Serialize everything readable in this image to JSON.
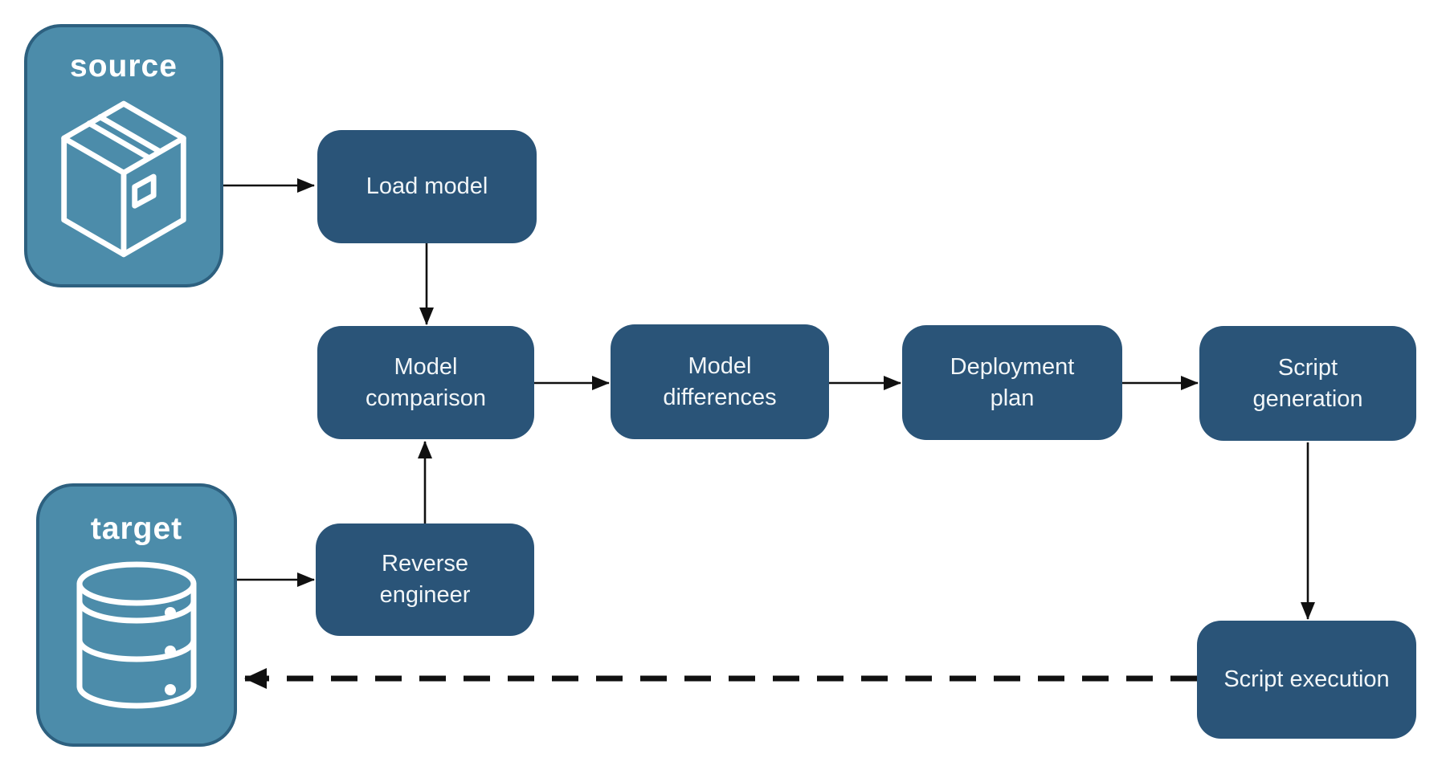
{
  "diagram": {
    "endpoints": {
      "source": {
        "label": "source",
        "icon": "package-icon"
      },
      "target": {
        "label": "target",
        "icon": "database-icon"
      }
    },
    "nodes": {
      "load_model": {
        "label": "Load model"
      },
      "model_comparison": {
        "label": "Model comparison"
      },
      "model_differences": {
        "label": "Model differences"
      },
      "deployment_plan": {
        "label": "Deployment plan"
      },
      "script_generation": {
        "label": "Script generation"
      },
      "reverse_engineer": {
        "label": "Reverse engineer"
      },
      "script_execution": {
        "label": "Script execution"
      }
    },
    "connections": [
      {
        "from": "source",
        "to": "load_model",
        "style": "solid"
      },
      {
        "from": "load_model",
        "to": "model_comparison",
        "style": "solid"
      },
      {
        "from": "target",
        "to": "reverse_engineer",
        "style": "solid"
      },
      {
        "from": "reverse_engineer",
        "to": "model_comparison",
        "style": "solid"
      },
      {
        "from": "model_comparison",
        "to": "model_differences",
        "style": "solid"
      },
      {
        "from": "model_differences",
        "to": "deployment_plan",
        "style": "solid"
      },
      {
        "from": "deployment_plan",
        "to": "script_generation",
        "style": "solid"
      },
      {
        "from": "script_generation",
        "to": "script_execution",
        "style": "solid"
      },
      {
        "from": "script_execution",
        "to": "target",
        "style": "dashed"
      }
    ],
    "colors": {
      "process_fill": "#2A5478",
      "endpoint_fill": "#4C8CAA",
      "endpoint_border": "#2D607F",
      "label_text": "#FFFFFF",
      "arrow": "#101010",
      "background": "#FFFFFF"
    }
  }
}
